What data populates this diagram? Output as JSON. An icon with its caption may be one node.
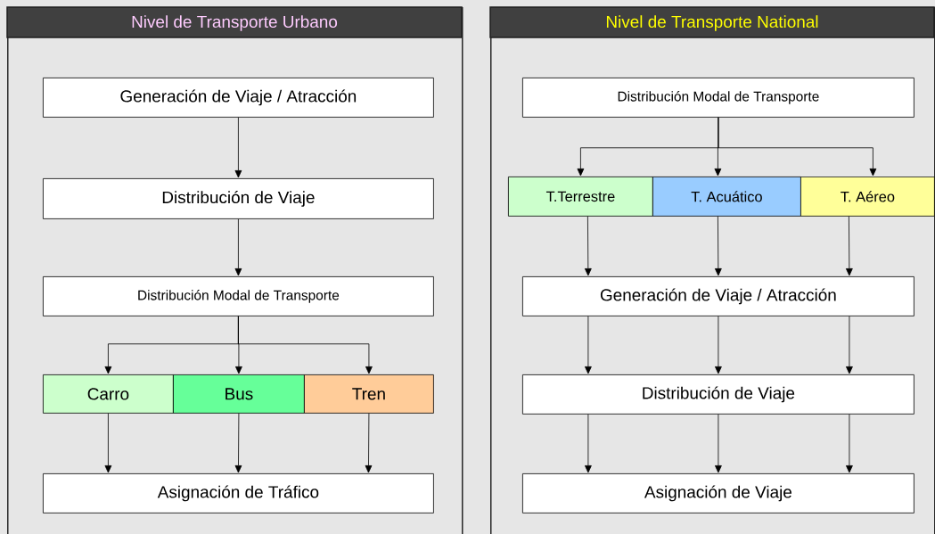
{
  "diagram": {
    "nodes": [
      {
        "text": [
          "Nivel de Transporte Urbano"
        ]
      },
      {
        "text": [
          "Generación de Viaje / Atracción"
        ],
        "in": 0
      },
      {
        "text": [
          "Distribución de Viaje"
        ],
        "in": 0
      },
      {
        "text": [
          "Distribución Modal de Transporte"
        ],
        "in": 0
      },
      {
        "text": [
          "Carro"
        ],
        "in": 0
      },
      {
        "text": [
          "Bus"
        ],
        "in": 0
      },
      {
        "text": [
          "Tren"
        ],
        "in": 0
      },
      {
        "text": [
          "Asignación de Tráfico"
        ],
        "in": 0
      },
      {
        "text": [
          "Nivel de Transporte National"
        ]
      },
      {
        "text": [
          "Distribución Modal de Transporte"
        ],
        "in": 8
      },
      {
        "text": [
          "T.Terrestre"
        ],
        "in": 8
      },
      {
        "text": [
          "T. Acuático"
        ],
        "in": 8
      },
      {
        "text": [
          "T. Aéreo"
        ],
        "in": 8
      },
      {
        "text": [
          "Generación de Viaje / Atracción"
        ],
        "in": 8
      },
      {
        "text": [
          "Distribución de Viaje"
        ],
        "in": 8
      },
      {
        "text": [
          "Asignación de Viaje"
        ],
        "in": 8
      }
    ],
    "edges": [
      {
        "from": 1,
        "to": 2,
        "arrow": "to"
      },
      {
        "from": 2,
        "to": 3,
        "arrow": "to"
      },
      {
        "from": 3,
        "to": 4,
        "arrow": "to"
      },
      {
        "from": 3,
        "to": 5,
        "arrow": "to"
      },
      {
        "from": 3,
        "to": 6,
        "arrow": "to"
      },
      {
        "from": 4,
        "to": 7,
        "arrow": "to"
      },
      {
        "from": 5,
        "to": 7,
        "arrow": "to"
      },
      {
        "from": 6,
        "to": 7,
        "arrow": "to"
      },
      {
        "from": 9,
        "to": 10,
        "arrow": "to"
      },
      {
        "from": 9,
        "to": 11,
        "arrow": "to"
      },
      {
        "from": 9,
        "to": 12,
        "arrow": "to"
      },
      {
        "from": 10,
        "to": 13,
        "arrow": "to"
      },
      {
        "from": 11,
        "to": 13,
        "arrow": "to"
      },
      {
        "from": 12,
        "to": 13,
        "arrow": "to"
      },
      {
        "from": 13,
        "to": 14,
        "arrow": "to"
      },
      {
        "from": 13,
        "to": 14,
        "arrow": "to"
      },
      {
        "from": 13,
        "to": 14,
        "arrow": "to"
      },
      {
        "from": 14,
        "to": 15,
        "arrow": "to"
      },
      {
        "from": 14,
        "to": 15,
        "arrow": "to"
      },
      {
        "from": 14,
        "to": 15,
        "arrow": "to"
      }
    ]
  }
}
